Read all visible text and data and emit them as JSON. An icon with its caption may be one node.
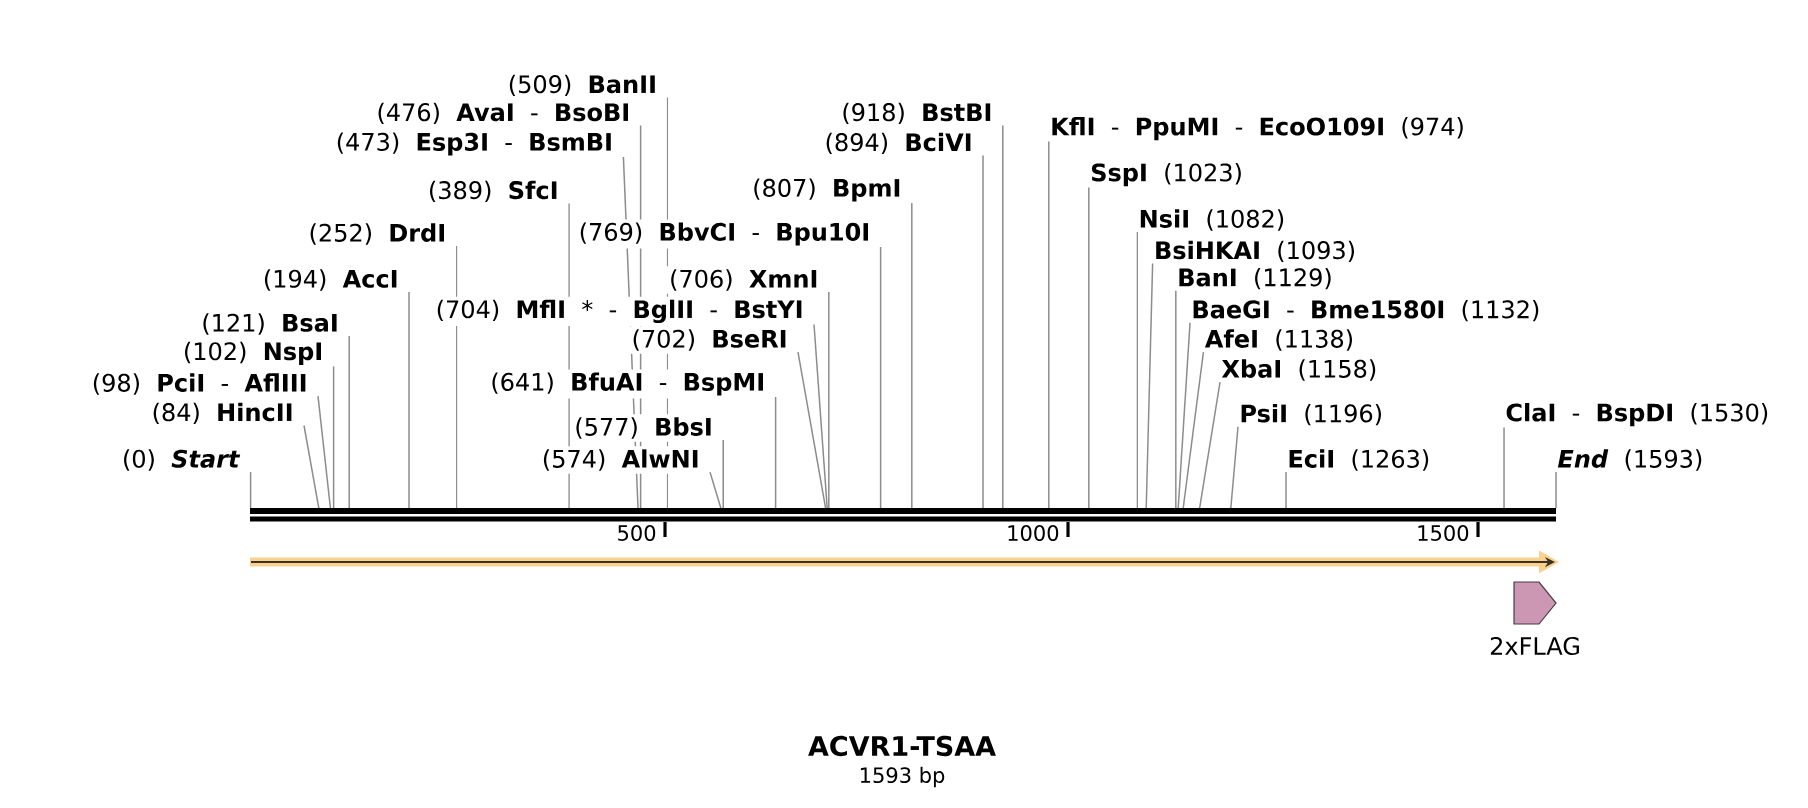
{
  "diagram": {
    "title": "ACVR1-TSAA",
    "caption": "1593 bp",
    "nodes": [
      {
        "text": [
          "(509) **BanII**"
        ]
      },
      {
        "text": [
          "(476) **AvaI** - **BsoBI**"
        ]
      },
      {
        "text": [
          "(918) **BstBI**"
        ]
      },
      {
        "text": [
          "**KflI** - **PpuMI** - **EcoO109I** (974)"
        ]
      },
      {
        "text": [
          "(473) **Esp3I** - **BsmBI**"
        ]
      },
      {
        "text": [
          "(894) **BciVI**"
        ]
      },
      {
        "text": [
          "**SspI** (1023)"
        ]
      },
      {
        "text": [
          "(389) **SfcI**"
        ]
      },
      {
        "text": [
          "(807) **BpmI**"
        ]
      },
      {
        "text": [
          "**NsiI** (1082)"
        ]
      },
      {
        "text": [
          "(252) **DrdI**"
        ]
      },
      {
        "text": [
          "(769) **BbvCI** - **Bpu10I**"
        ]
      },
      {
        "text": [
          "**BsiHKAI** (1093)"
        ]
      },
      {
        "text": [
          "(194) **AccI**"
        ]
      },
      {
        "text": [
          "(706) **XmnI**"
        ]
      },
      {
        "text": [
          "**BanI** (1129)"
        ]
      },
      {
        "text": [
          "(704) **MflI** * - **BglII** - **BstYI**"
        ]
      },
      {
        "text": [
          "**BaeGI** - **Bme1580I** (1132)"
        ]
      },
      {
        "text": [
          "(121) **BsaI**"
        ]
      },
      {
        "text": [
          "(702) **BseRI**"
        ]
      },
      {
        "text": [
          "**AfeI** (1138)"
        ]
      },
      {
        "text": [
          "(102) **NspI**"
        ]
      },
      {
        "text": [
          "**XbaI** (1158)"
        ]
      },
      {
        "text": [
          "(98) **PciI** - **AflIII**"
        ]
      },
      {
        "text": [
          "(641) **BfuAI** - **BspMI**"
        ]
      },
      {
        "text": [
          "(84) **HincII**"
        ]
      },
      {
        "text": [
          "**PsiI** (1196)"
        ]
      },
      {
        "text": [
          "**ClaI** - **BspDI** (1530)"
        ]
      },
      {
        "text": [
          "(577) **BbsI**"
        ]
      },
      {
        "text": [
          "(0) *Start*"
        ]
      },
      {
        "text": [
          "(574) **AlwNI**"
        ]
      },
      {
        "text": [
          "**EciI** (1263)"
        ]
      },
      {
        "text": [
          "*End* (1593)"
        ]
      },
      {
        "text": [],
        "shape": "bar"
      },
      {
        "text": [],
        "shape": "bar"
      },
      {
        "text": [
          "2xFLAG"
        ]
      }
    ],
    "edges": [
      {
        "from": 0,
        "to": 33,
        "arrow": "none"
      },
      {
        "from": 1,
        "to": 33,
        "arrow": "none"
      },
      {
        "from": 2,
        "to": 33,
        "arrow": "none"
      },
      {
        "from": 3,
        "to": 33,
        "arrow": "none"
      },
      {
        "from": 4,
        "to": 33,
        "arrow": "none"
      },
      {
        "from": 5,
        "to": 33,
        "arrow": "none"
      },
      {
        "from": 6,
        "to": 33,
        "arrow": "none"
      },
      {
        "from": 7,
        "to": 33,
        "arrow": "none"
      },
      {
        "from": 8,
        "to": 33,
        "arrow": "none"
      },
      {
        "from": 9,
        "to": 33,
        "arrow": "none"
      },
      {
        "from": 10,
        "to": 33,
        "arrow": "none"
      },
      {
        "from": 11,
        "to": 33,
        "arrow": "none"
      },
      {
        "from": 12,
        "to": 33,
        "arrow": "none"
      },
      {
        "from": 13,
        "to": 33,
        "arrow": "none"
      },
      {
        "from": 14,
        "to": 33,
        "arrow": "none"
      },
      {
        "from": 15,
        "to": 33,
        "arrow": "none"
      },
      {
        "from": 16,
        "to": 33,
        "arrow": "none"
      },
      {
        "from": 17,
        "to": 33,
        "arrow": "none"
      },
      {
        "from": 18,
        "to": 33,
        "arrow": "none"
      },
      {
        "from": 19,
        "to": 33,
        "arrow": "none"
      },
      {
        "from": 20,
        "to": 33,
        "arrow": "none"
      },
      {
        "from": 21,
        "to": 33,
        "arrow": "none"
      },
      {
        "from": 22,
        "to": 33,
        "arrow": "none"
      },
      {
        "from": 23,
        "to": 33,
        "arrow": "none"
      },
      {
        "from": 24,
        "to": 33,
        "arrow": "none"
      },
      {
        "from": 25,
        "to": 33,
        "arrow": "none"
      },
      {
        "from": 26,
        "to": 33,
        "arrow": "none"
      },
      {
        "from": 27,
        "to": 33,
        "arrow": "none"
      },
      {
        "from": 28,
        "to": 33,
        "arrow": "none"
      },
      {
        "from": 29,
        "to": 33,
        "arrow": "none"
      },
      {
        "from": 30,
        "to": 33,
        "arrow": "none"
      },
      {
        "from": 31,
        "to": 33,
        "arrow": "none"
      },
      {
        "from": 32,
        "to": 33,
        "arrow": "none"
      }
    ],
    "labels": [
      "500",
      "1000",
      "1500"
    ]
  }
}
